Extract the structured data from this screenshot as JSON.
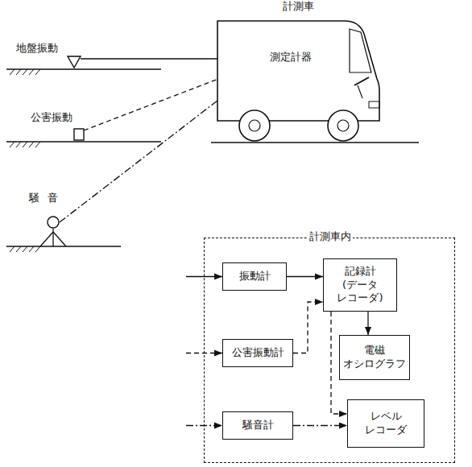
{
  "diagram": {
    "nodes": [
      {
        "text": [
          "計測車"
        ]
      },
      {
        "text": [
          "測定計器"
        ],
        "in": 0
      },
      {
        "text": [
          "地盤振動"
        ]
      },
      {
        "text": [
          "公害振動"
        ]
      },
      {
        "text": [
          "騒音"
        ]
      },
      {
        "text": [
          "計測車内"
        ]
      },
      {
        "text": [
          "振動計"
        ],
        "in": 5
      },
      {
        "text": [
          "記録計 (データ レコーダ)"
        ],
        "in": 5
      },
      {
        "text": [
          "公害振動計"
        ],
        "in": 5
      },
      {
        "text": [
          "電磁 オシログラフ"
        ],
        "in": 5
      },
      {
        "text": [
          "騒音計"
        ],
        "in": 5
      },
      {
        "text": [
          "レベル レコーダ"
        ],
        "in": 5
      }
    ],
    "edges": [
      {
        "from": 2,
        "to": 1,
        "arrow": "to"
      },
      {
        "from": 3,
        "to": 1,
        "arrow": "to"
      },
      {
        "from": 4,
        "to": 1,
        "arrow": "to"
      },
      {
        "from": 6,
        "to": 7,
        "arrow": "to"
      },
      {
        "from": 8,
        "to": 7,
        "arrow": "to"
      },
      {
        "from": 7,
        "to": 9,
        "arrow": "to"
      },
      {
        "from": 7,
        "to": 11,
        "arrow": "to"
      },
      {
        "from": 10,
        "to": 11,
        "arrow": "to"
      }
    ]
  }
}
